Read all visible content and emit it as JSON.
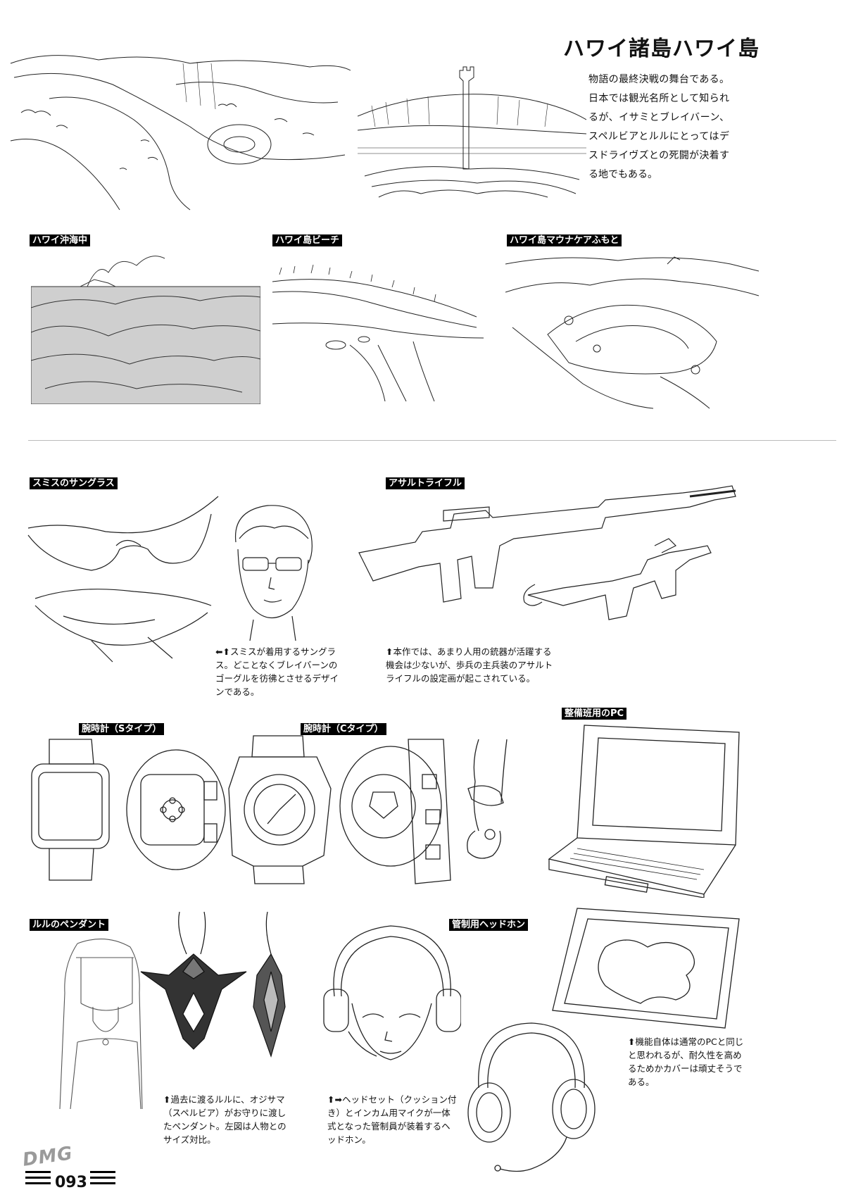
{
  "header": {
    "title": "ハワイ諸島ハワイ島",
    "intro": "物語の最終決戦の舞台である。日本では観光名所として知られるが、イサミとブレイバーン、スペルビアとルルにとってはデスドライヴズとの死闘が決着する地でもある。"
  },
  "locations": [
    {
      "label": "ハワイ沖海中"
    },
    {
      "label": "ハワイ島ビーチ"
    },
    {
      "label": "ハワイ島マウナケアふもと"
    }
  ],
  "items": {
    "sunglasses": {
      "label": "スミスのサングラス",
      "caption": "⬅⬆スミスが着用するサングラス。どことなくブレイバーンのゴーグルを彷彿とさせるデザインである。"
    },
    "rifle": {
      "label": "アサルトライフル",
      "caption": "⬆本作では、あまり人用の銃器が活躍する機会は少ないが、歩兵の主兵装のアサルトライフルの設定画が起こされている。"
    },
    "watch_s": {
      "label": "腕時計（Sタイプ）"
    },
    "watch_c": {
      "label": "腕時計（Cタイプ）"
    },
    "pc": {
      "label": "整備班用のPC",
      "caption": "⬆機能自体は通常のPCと同じと思われるが、耐久性を高めるためかカバーは頑丈そうである。"
    },
    "pendant": {
      "label": "ルルのペンダント",
      "caption": "⬆過去に渡るルルに、オジサマ（スペルビア）がお守りに渡したペンダント。左図は人物とのサイズ対比。"
    },
    "headphones": {
      "label": "管制用ヘッドホン",
      "caption": "⬆➡ヘッドセット（クッション付き）とインカム用マイクが一体式となった管制員が装着するヘッドホン。"
    }
  },
  "footer": {
    "page_number": "093",
    "watermark": "DMG"
  }
}
